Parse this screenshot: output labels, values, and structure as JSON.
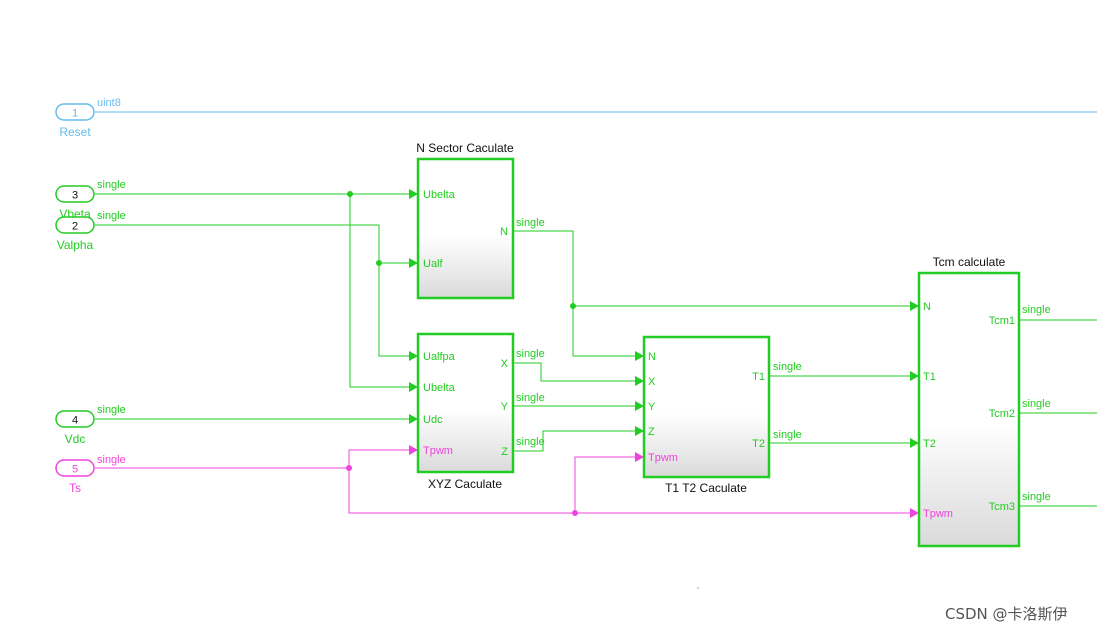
{
  "colors": {
    "green": "#22cc22",
    "block_border": "#22cc22",
    "magenta": "#ee44dd",
    "blue": "#66bbee",
    "watermark": "#555555"
  },
  "inports": [
    {
      "number": "1",
      "name": "Reset",
      "signal_type": "uint8",
      "color": "blue"
    },
    {
      "number": "3",
      "name": "Vbeta",
      "signal_type": "single",
      "color": "green"
    },
    {
      "number": "2",
      "name": "Valpha",
      "signal_type": "single",
      "color": "green"
    },
    {
      "number": "4",
      "name": "Vdc",
      "signal_type": "single",
      "color": "green"
    },
    {
      "number": "5",
      "name": "Ts",
      "signal_type": "single",
      "color": "magenta"
    }
  ],
  "blocks": {
    "n_sector": {
      "title": "N Sector  Caculate",
      "inputs": [
        "Ubelta",
        "Ualf"
      ],
      "outputs": [
        "N"
      ]
    },
    "xyz": {
      "title": "XYZ Caculate",
      "inputs": [
        "Ualfpa",
        "Ubelta",
        "Udc",
        "Tpwm"
      ],
      "outputs": [
        "X",
        "Y",
        "Z"
      ]
    },
    "t1t2": {
      "title": "T1 T2  Caculate",
      "inputs": [
        "N",
        "X",
        "Y",
        "Z",
        "Tpwm"
      ],
      "outputs": [
        "T1",
        "T2"
      ]
    },
    "tcm": {
      "title": "Tcm calculate",
      "inputs": [
        "N",
        "T1",
        "T2",
        "Tpwm"
      ],
      "outputs": [
        "Tcm1",
        "Tcm2",
        "Tcm3"
      ]
    }
  },
  "signal_labels": {
    "n_out": "single",
    "x_out": "single",
    "y_out": "single",
    "z_out": "single",
    "t1_out": "single",
    "t2_out": "single",
    "tcm1_out": "single",
    "tcm2_out": "single",
    "tcm3_out": "single"
  },
  "watermark": "CSDN @卡洛斯伊"
}
